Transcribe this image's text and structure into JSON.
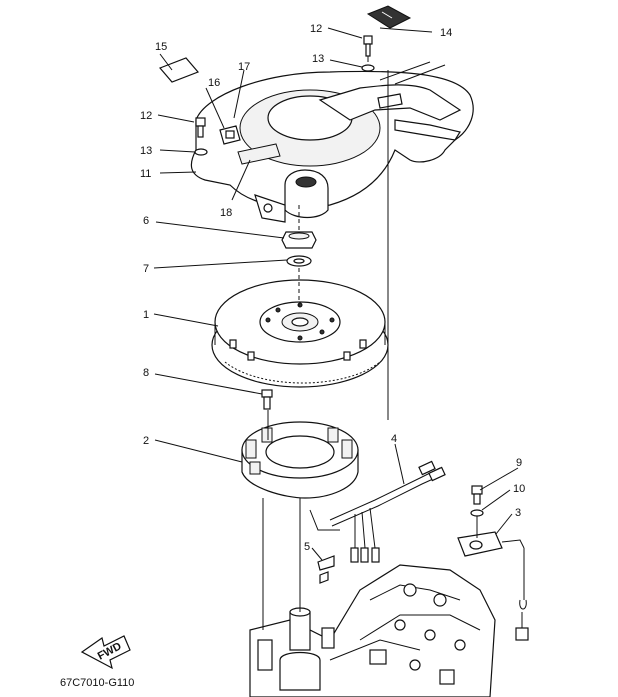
{
  "diagram": {
    "code": "67C7010-G110",
    "fwd_label": "FWD",
    "callouts": [
      {
        "id": "c1",
        "text": "1"
      },
      {
        "id": "c2",
        "text": "2"
      },
      {
        "id": "c3",
        "text": "3"
      },
      {
        "id": "c4",
        "text": "4"
      },
      {
        "id": "c5",
        "text": "5"
      },
      {
        "id": "c6",
        "text": "6"
      },
      {
        "id": "c7",
        "text": "7"
      },
      {
        "id": "c8",
        "text": "8"
      },
      {
        "id": "c9",
        "text": "9"
      },
      {
        "id": "c10",
        "text": "10"
      },
      {
        "id": "c11",
        "text": "11"
      },
      {
        "id": "c12a",
        "text": "12"
      },
      {
        "id": "c12b",
        "text": "12"
      },
      {
        "id": "c13a",
        "text": "13"
      },
      {
        "id": "c13b",
        "text": "13"
      },
      {
        "id": "c14",
        "text": "14"
      },
      {
        "id": "c15",
        "text": "15"
      },
      {
        "id": "c16",
        "text": "16"
      },
      {
        "id": "c17",
        "text": "17"
      },
      {
        "id": "c18",
        "text": "18"
      }
    ]
  }
}
